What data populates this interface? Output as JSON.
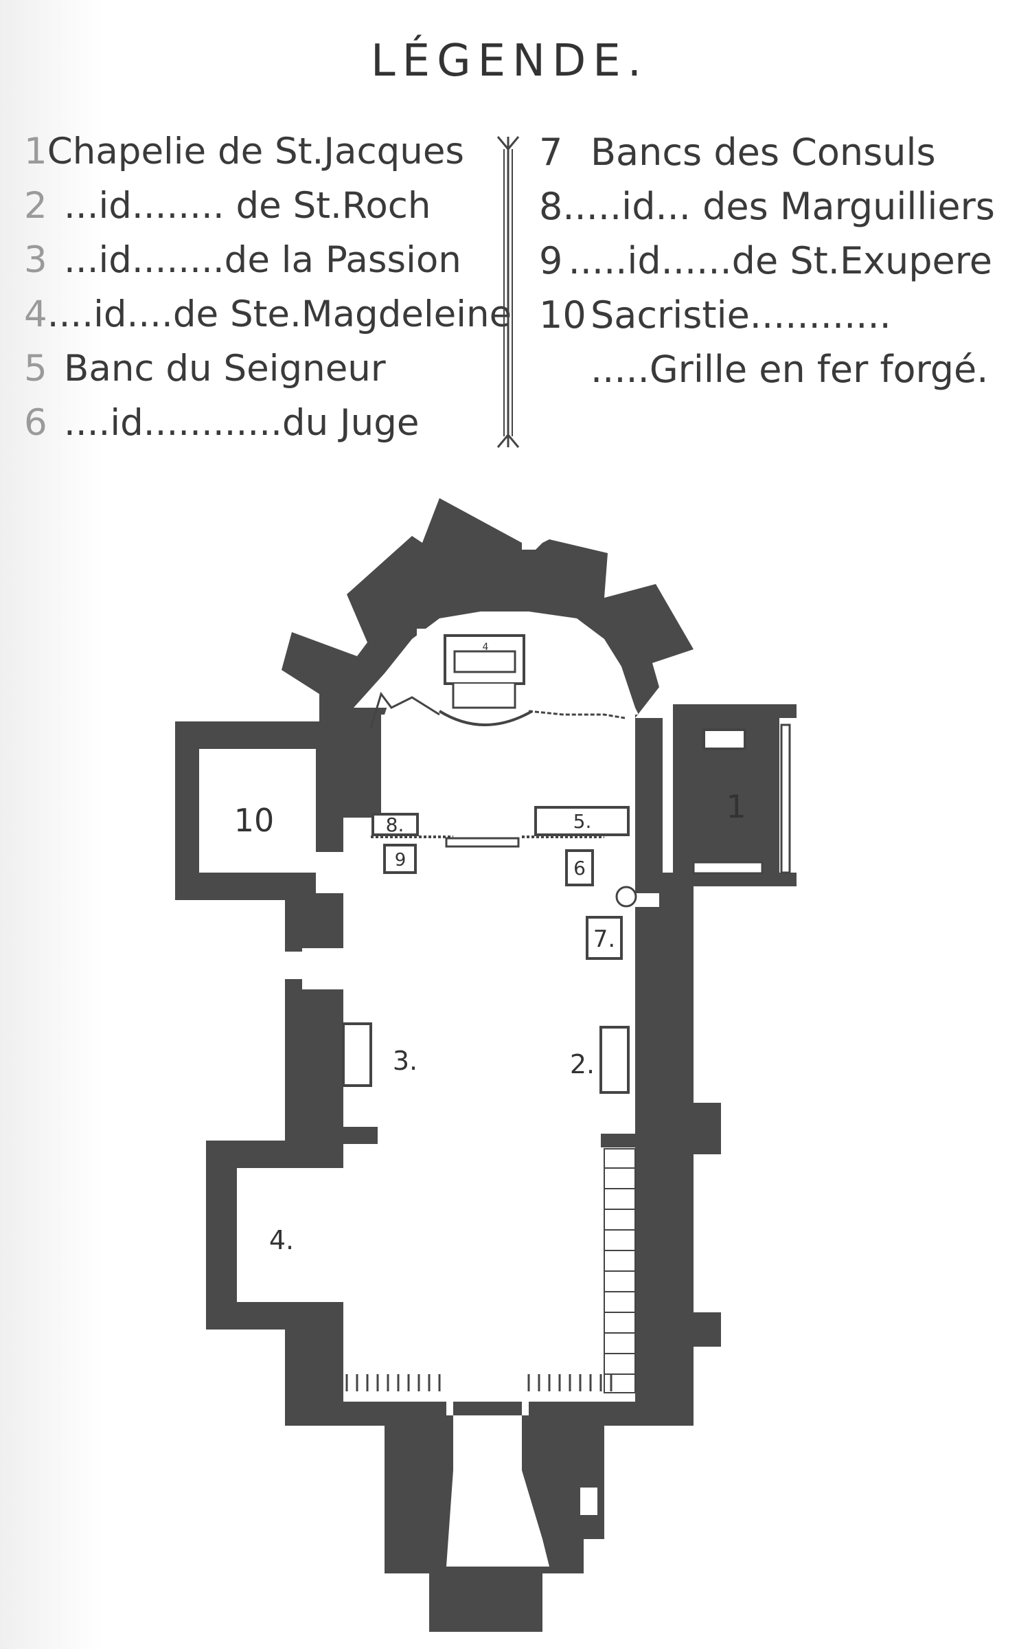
{
  "title": "LÉGENDE.",
  "legend_left": [
    {
      "num": "1",
      "text": "Chapelie de St.Jacques"
    },
    {
      "num": "2",
      "text": "...id........ de St.Roch"
    },
    {
      "num": "3",
      "text": "...id........de la Passion"
    },
    {
      "num": "4",
      "text": "....id....de Ste.Magdeleine"
    },
    {
      "num": "5",
      "text": "Banc du Seigneur"
    },
    {
      "num": "6",
      "text": "....id............du Juge"
    }
  ],
  "legend_right": [
    {
      "num": "7",
      "text": "Bancs des Consuls"
    },
    {
      "num": "8",
      "text": ".....id... des Marguilliers"
    },
    {
      "num": "9",
      "text": ".....id......de St.Exupere"
    },
    {
      "num": "10",
      "text": "Sacristie............"
    },
    {
      "num": "",
      "text": ".....Grille en fer forgé."
    }
  ],
  "plan_labels": {
    "chapel_1": "1",
    "chapel_2": "2.",
    "chapel_3": "3.",
    "chapel_4": "4.",
    "altar_4": "4",
    "bench_5": "5.",
    "bench_6": "6",
    "bench_7": "7.",
    "bench_8": "8.",
    "bench_9": "9",
    "sacristy_10": "10"
  },
  "colors": {
    "wall": "#4a4a4a",
    "ink": "#333333",
    "faded_numbers": "#9a9a9a"
  }
}
